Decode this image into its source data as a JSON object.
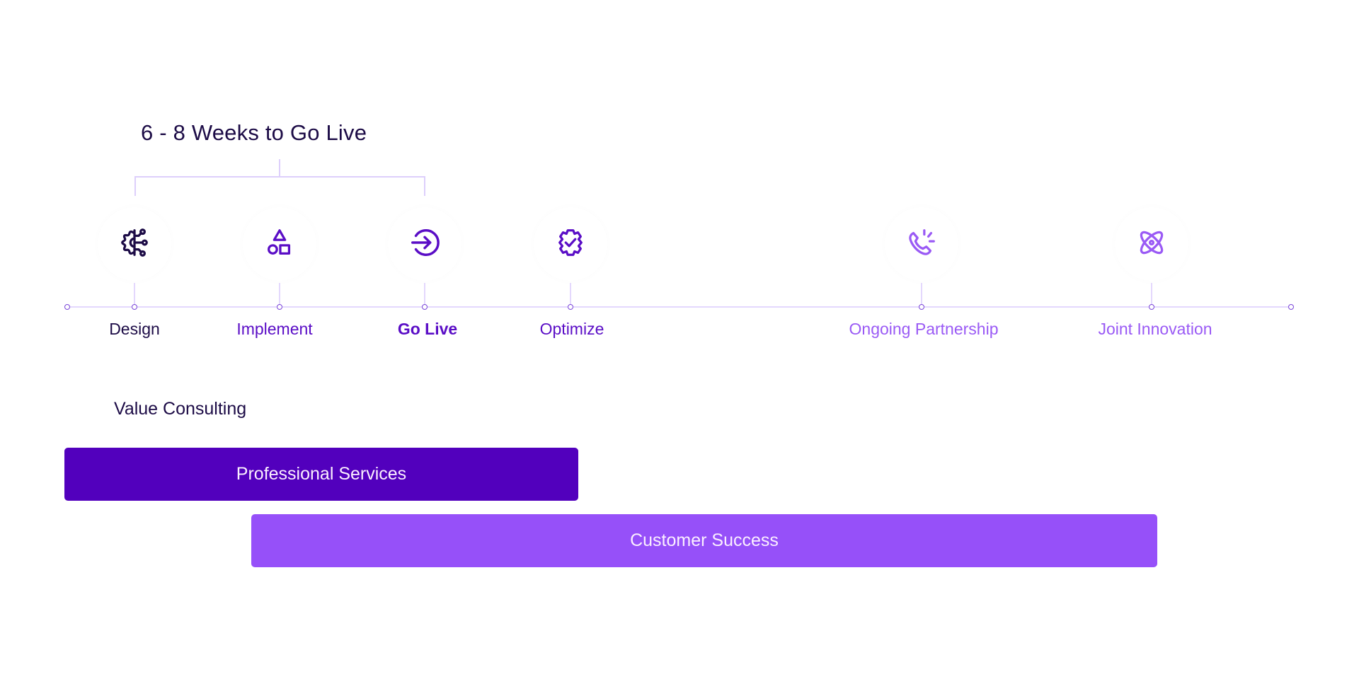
{
  "heading": "6 - 8 Weeks to Go Live",
  "timeline": {
    "stages": [
      {
        "label": "Design",
        "icon": "gear-network-icon",
        "color": "#1c0b46",
        "bold": false
      },
      {
        "label": "Implement",
        "icon": "shapes-icon",
        "color": "#5a0dc6",
        "bold": false
      },
      {
        "label": "Go Live",
        "icon": "arrow-circle-right-icon",
        "color": "#5a0dc6",
        "bold": true
      },
      {
        "label": "Optimize",
        "icon": "badge-check-icon",
        "color": "#5a0dc6",
        "bold": false
      },
      {
        "label": "Ongoing Partnership",
        "icon": "phone-ringing-icon",
        "color": "#9a5af5",
        "bold": false
      },
      {
        "label": "Joint Innovation",
        "icon": "atom-icon",
        "color": "#9a5af5",
        "bold": false
      }
    ]
  },
  "services": {
    "value_consulting": "Value Consulting",
    "professional_services": "Professional Services",
    "customer_success": "Customer Success"
  },
  "colors": {
    "dark": "#1c0b46",
    "primary": "#5200bd",
    "secondary": "#9650f9",
    "line": "#e4d8fd"
  }
}
